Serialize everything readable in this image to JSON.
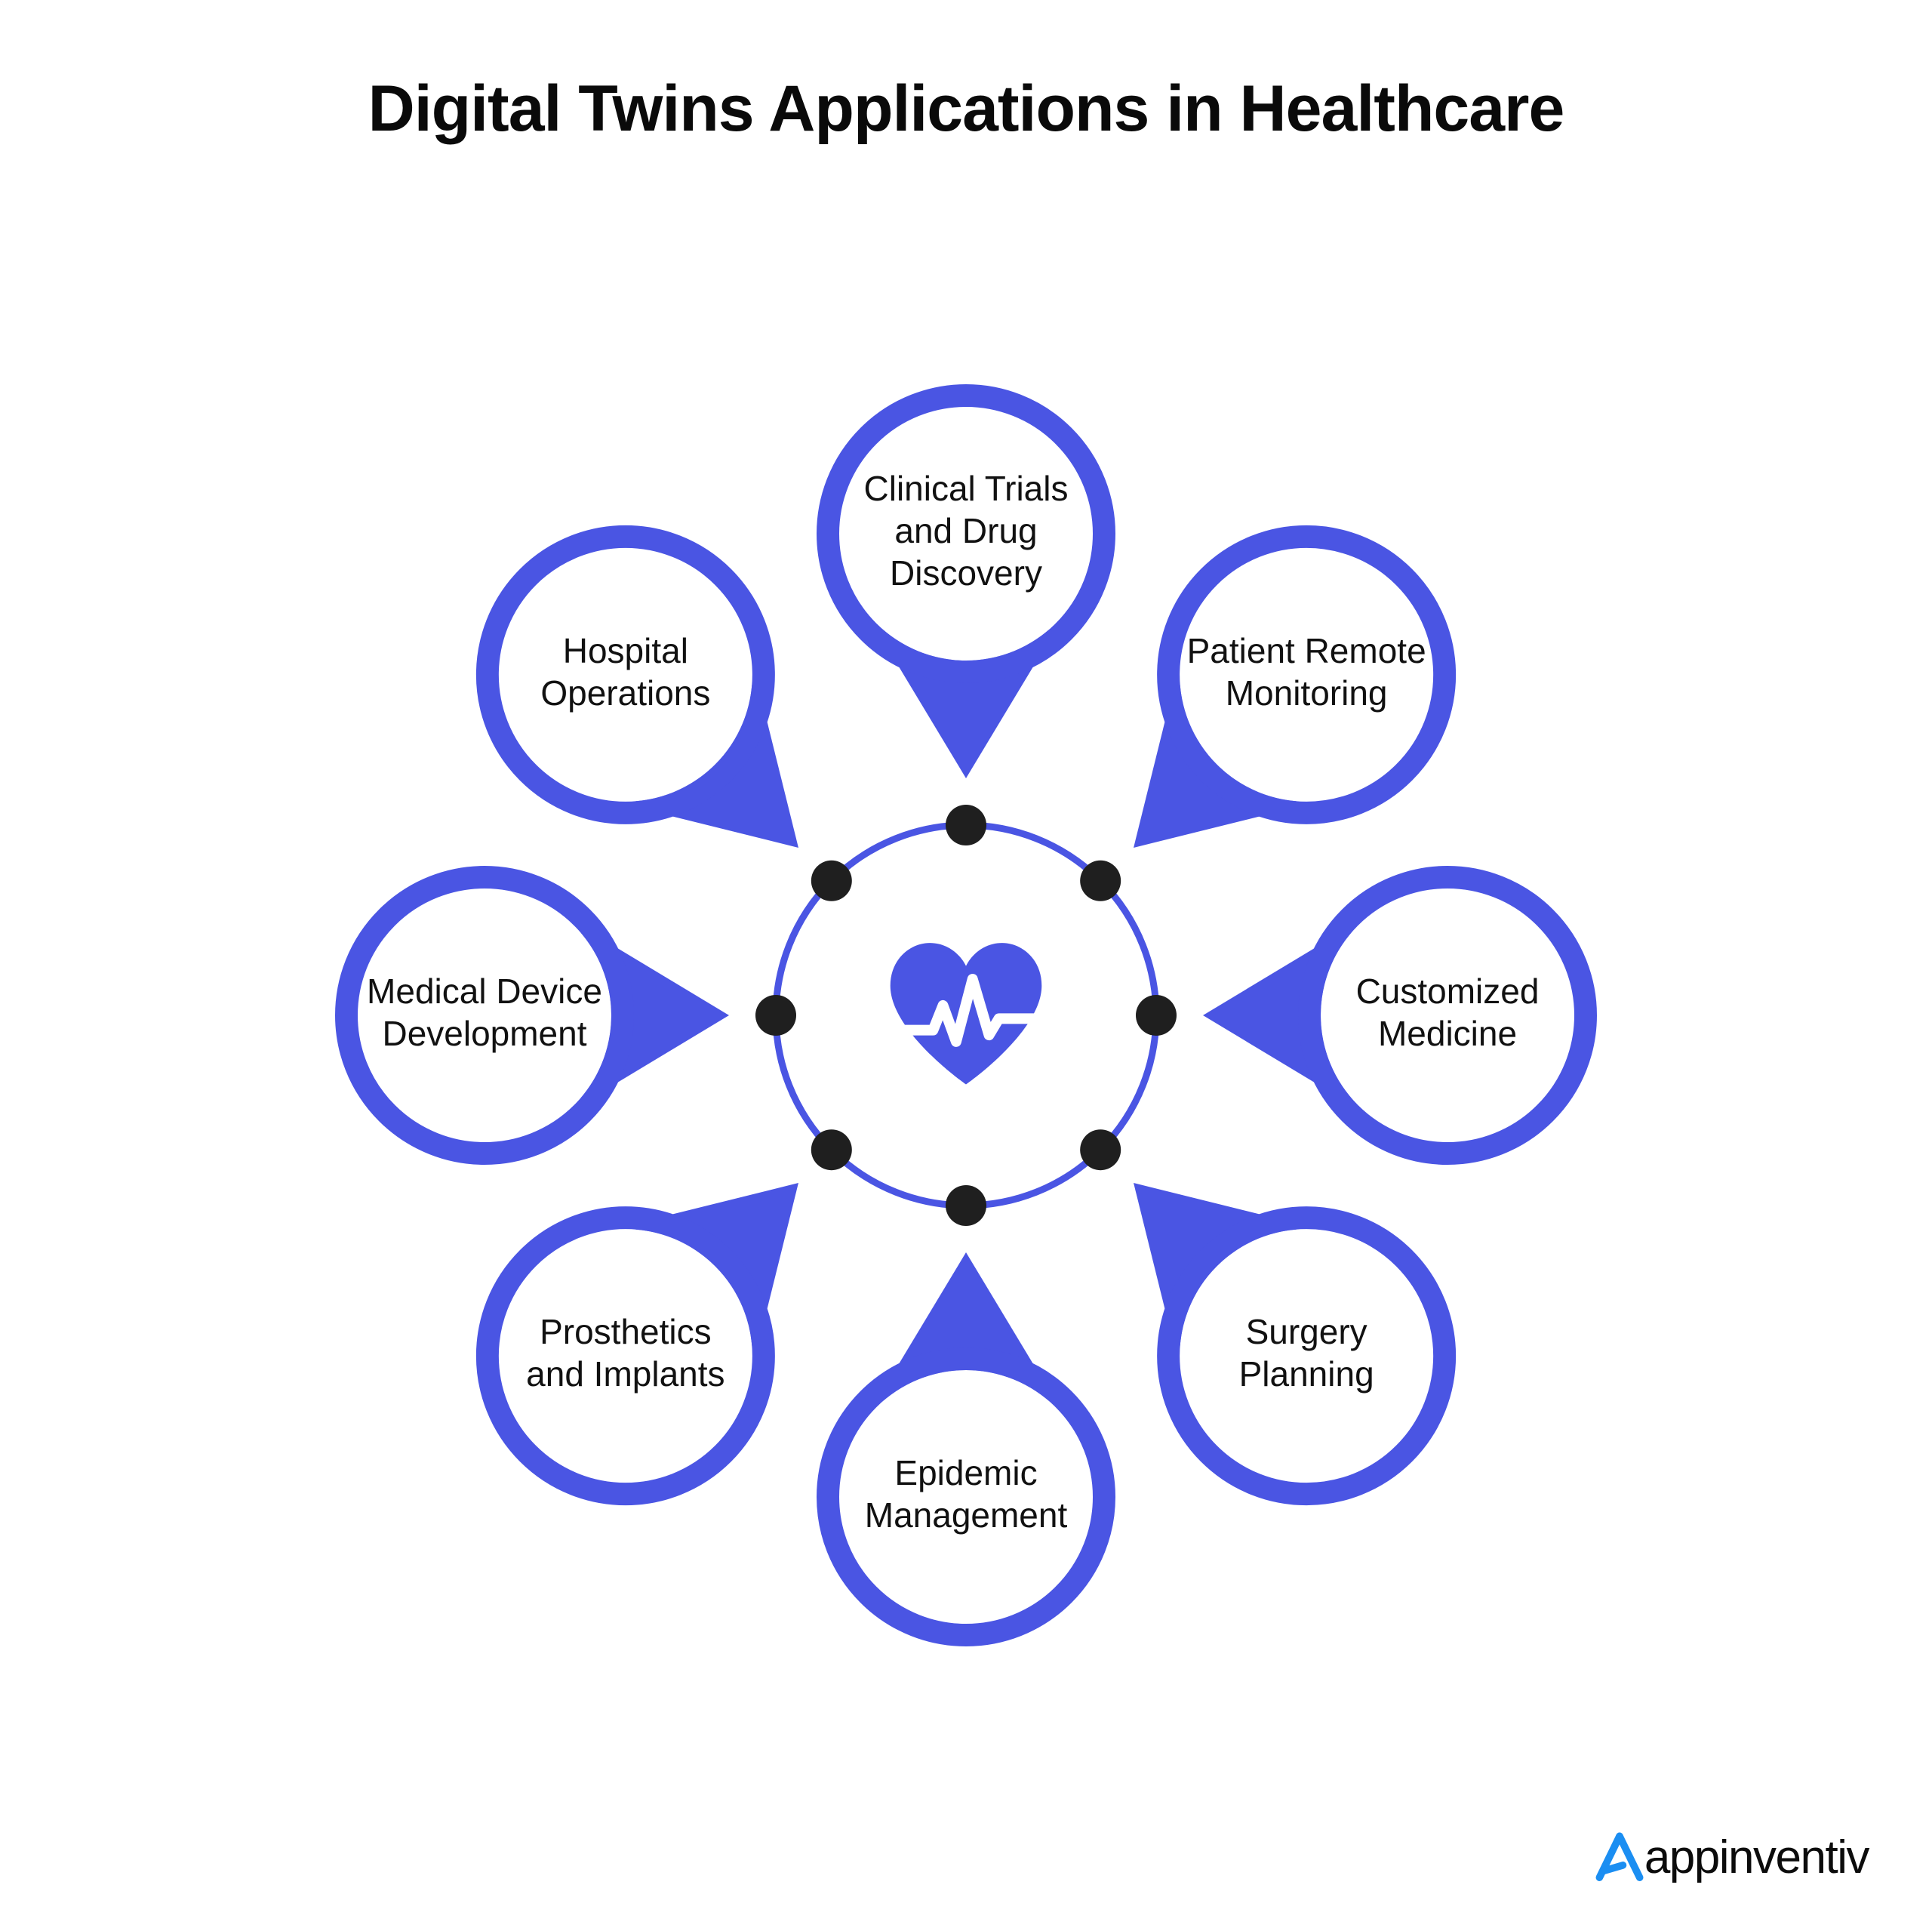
{
  "title": "Digital Twins Applications in Healthcare",
  "colors": {
    "accent_blue": "#4a55e3",
    "dot_black": "#1f1f1f",
    "text_black": "#111111",
    "logo_blue": "#1b8ef2",
    "background": "#ffffff"
  },
  "center": {
    "icon": "heart-pulse-icon",
    "dot_count": 8
  },
  "nodes": [
    {
      "id": "clinical-trials",
      "label": "Clinical Trials\nand Drug\nDiscovery",
      "angle": -90
    },
    {
      "id": "patient-remote",
      "label": "Patient Remote\nMonitoring",
      "angle": -45
    },
    {
      "id": "customized",
      "label": "Customized\nMedicine",
      "angle": 0
    },
    {
      "id": "surgery-planning",
      "label": "Surgery\nPlanning",
      "angle": 45
    },
    {
      "id": "epidemic",
      "label": "Epidemic\nManagement",
      "angle": 90
    },
    {
      "id": "prosthetics",
      "label": "Prosthetics\nand Implants",
      "angle": 135
    },
    {
      "id": "medical-device",
      "label": "Medical Device\nDevelopment",
      "angle": 180
    },
    {
      "id": "hospital-ops",
      "label": "Hospital\nOperations",
      "angle": -135
    }
  ],
  "logo": {
    "text": "appinventiv",
    "mark": "appinventiv-a-mark"
  }
}
